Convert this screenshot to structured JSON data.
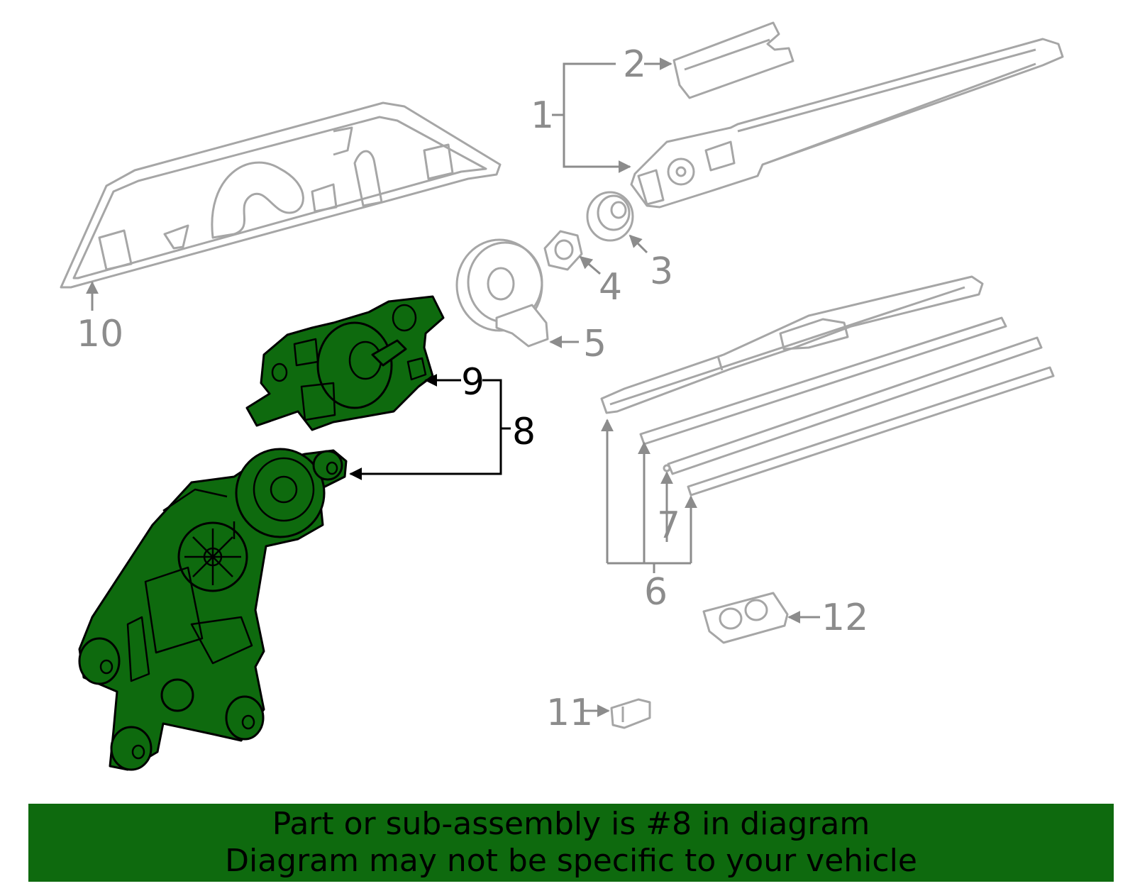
{
  "callouts": {
    "c1": "1",
    "c2": "2",
    "c3": "3",
    "c4": "4",
    "c5": "5",
    "c6": "6",
    "c7": "7",
    "c8": "8",
    "c9": "9",
    "c10": "10",
    "c11": "11",
    "c12": "12"
  },
  "colors": {
    "highlight_part": "#0e6a0e",
    "banner_background": "#0e6a0e",
    "inactive_part": "#a6a6a6",
    "inactive_label": "#8c8c8c",
    "active_label": "#000000"
  },
  "banner": {
    "line1": "Part or sub-assembly is #8 in diagram",
    "line2": "Diagram may not be specific to your vehicle"
  }
}
